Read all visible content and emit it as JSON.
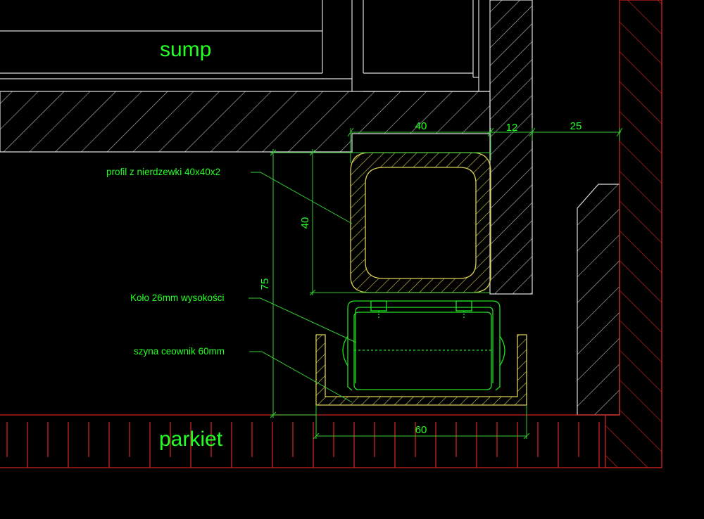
{
  "labels": {
    "sump": "sump",
    "parkiet": "parkiet"
  },
  "dimensions": {
    "profile_width": "40",
    "wall_12": "12",
    "gap_25": "25",
    "profile_height": "40",
    "total_height": "75",
    "rail_width": "60"
  },
  "annotations": {
    "profile": "profil z nierdzewki 40x40x2",
    "wheel": "Koło 26mm wysokości",
    "rail": "szyna ceownik 60mm"
  },
  "colors": {
    "background": "#000000",
    "text": "#22ff22",
    "dimension": "#33cc33",
    "outline": "#dddddd",
    "hatch_gray": "#bdbdbd",
    "hatch_yellow": "#d9cf55",
    "hatch_red": "#cc2222"
  }
}
